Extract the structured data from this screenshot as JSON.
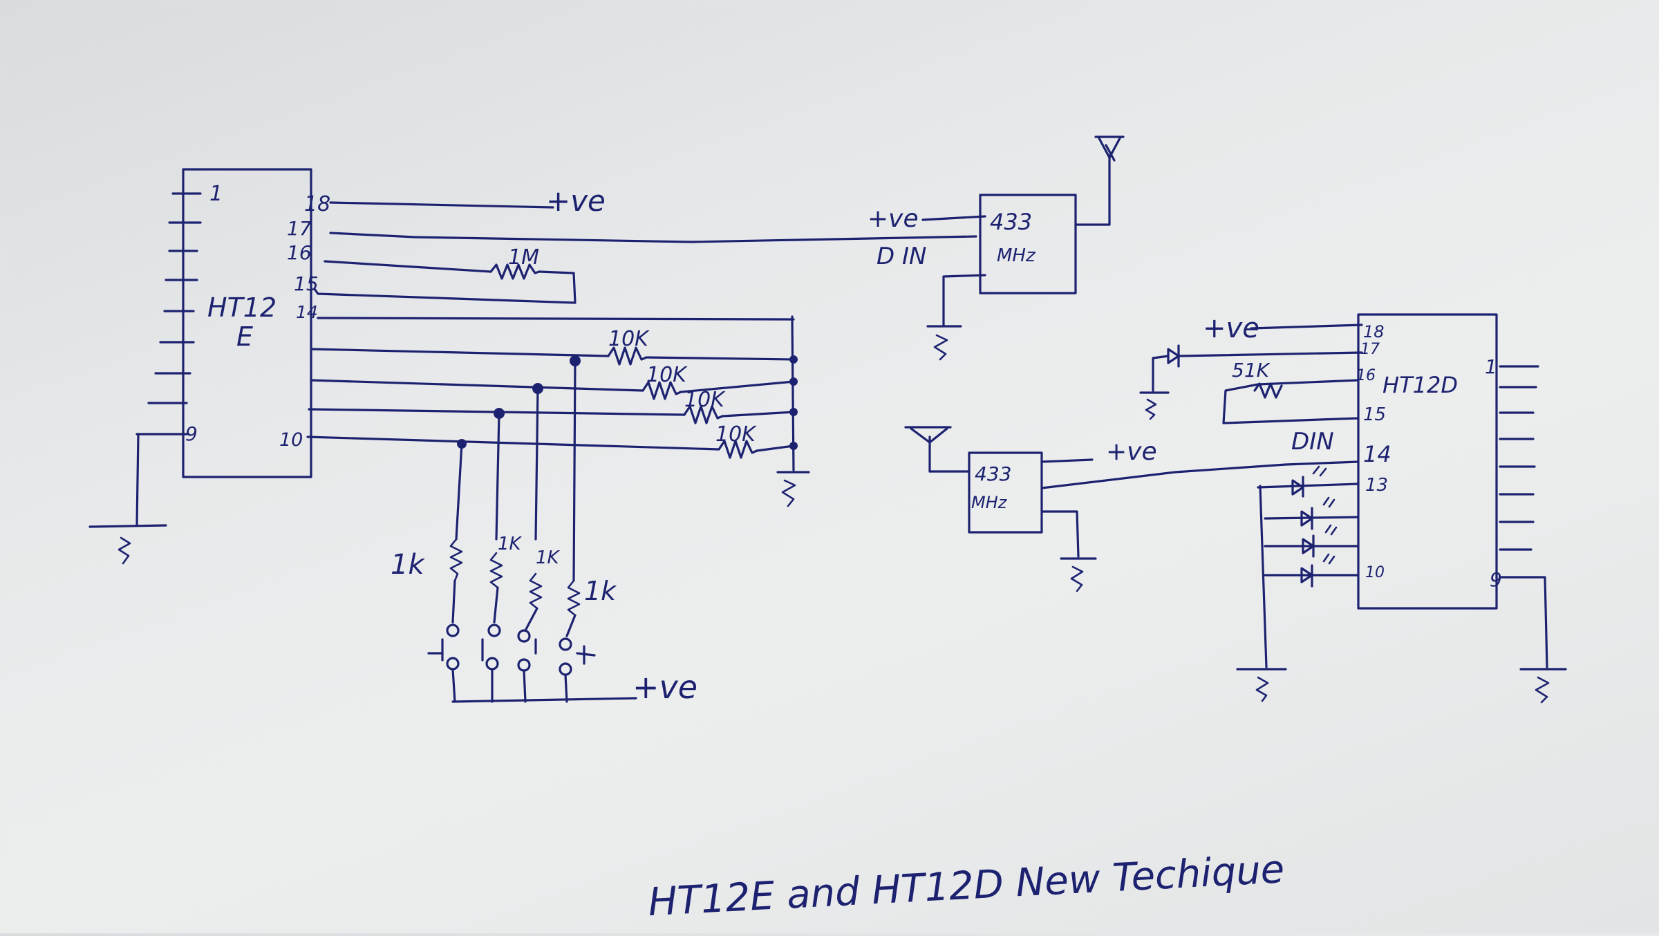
{
  "encoder": {
    "name_line1": "HT12",
    "name_line2": "E",
    "pins": {
      "p1": "1",
      "p9": "9",
      "p10": "10",
      "p14": "14",
      "p15": "15",
      "p16": "16",
      "p17": "17",
      "p18": "18"
    }
  },
  "encoder_labels": {
    "plus_ve_18": "+ve",
    "r_osc": "1M",
    "r_10k_a": "10K",
    "r_10k_b": "10K",
    "r_10k_c": "10K",
    "r_10k_d": "10K",
    "r_1k_a": "1k",
    "r_1k_b": "1K",
    "r_1k_c": "1K",
    "r_1k_d": "1k",
    "plus_ve_switches": "+ve"
  },
  "transmitter": {
    "name_line1": "433",
    "name_line2": "MHz",
    "plus_ve": "+ve",
    "din": "D IN"
  },
  "receiver_module": {
    "name_line1": "433",
    "name_line2": "MHz",
    "plus_ve": "+ve"
  },
  "decoder": {
    "name": "HT12D",
    "pins": {
      "p1": "1",
      "p9": "9",
      "p10": "10",
      "p13": "13",
      "p14": "14",
      "p15": "15",
      "p16": "16",
      "p17": "17",
      "p18": "18"
    },
    "plus_ve": "+ve",
    "r_osc": "51K",
    "din": "DIN"
  },
  "caption": "HT12E and HT12D New Techique"
}
